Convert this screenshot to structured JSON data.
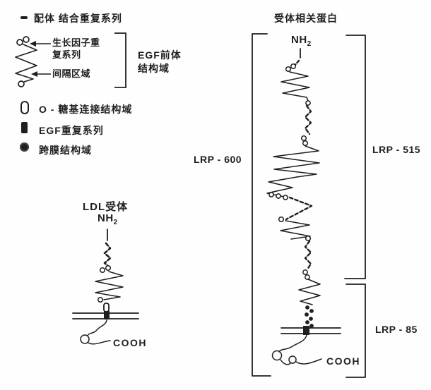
{
  "colors": {
    "ink": "#1f1f1f",
    "paper": "#fefefe"
  },
  "legend": {
    "ligand_binding": {
      "icon": "dash-icon",
      "label": "配体 结合重复系列"
    },
    "egf_module": {
      "icon": "spring-icon",
      "growth_factor_label": "生长因子重\n复系列",
      "spacer_label": "间隔区域",
      "bracket_label": "EGF前体\n结构域"
    },
    "o_linked": {
      "icon": "o-ring-icon",
      "label": "O - 糖基连接结构域"
    },
    "egf_repeat": {
      "icon": "filled-bar-icon",
      "label": "EGF重复系列"
    },
    "transmembrane": {
      "icon": "filled-dot-icon",
      "label": "跨膜结构域"
    }
  },
  "ldl_receptor": {
    "title": "LDL受体",
    "nh2_base": "NH",
    "nh2_sub": "2",
    "cooh": "COOH"
  },
  "lrp": {
    "title": "受体相关蛋白",
    "nh2_base": "NH",
    "nh2_sub": "2",
    "cooh": "COOH",
    "bracket_600": "LRP - 600",
    "bracket_515": "LRP - 515",
    "bracket_85": "LRP - 85"
  }
}
